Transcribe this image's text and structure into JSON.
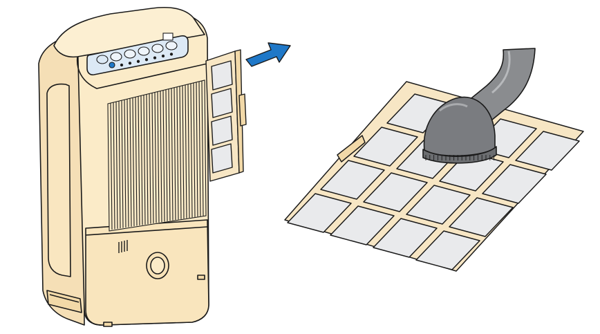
{
  "figure": {
    "description_visible_text": "",
    "steps": [
      {
        "step": "remove-filter",
        "icon": "arrow-right-icon"
      },
      {
        "step": "vacuum-filter",
        "icon": "vacuum-nozzle-icon"
      }
    ]
  },
  "colors": {
    "unit_body": "#fbebc8",
    "unit_outline": "#1a1a1a",
    "filter_frame": "#f7e6c4",
    "filter_cell": "#e9eaec",
    "arrow": "#1f78c8",
    "hose": "#8a8c8f",
    "hose_dark": "#6b6d70",
    "panel": "#dce9f5",
    "background": "#ffffff"
  },
  "control_panel": {
    "buttons": 6,
    "indicator_lights": 7
  },
  "filter_grid": {
    "rows": 4,
    "columns": 4
  }
}
